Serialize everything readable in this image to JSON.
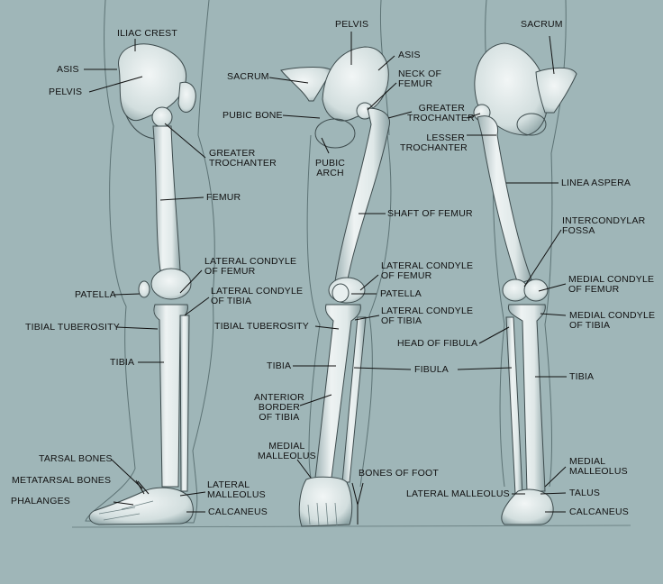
{
  "colors": {
    "background": "#9fb6b8",
    "bone": "#e4ecec",
    "bone_shadow": "#8fa6a8",
    "outline": "#3e4c4e",
    "leader": "#111111"
  },
  "labels": {
    "iliac_crest": "ILIAC CREST",
    "asis_left": "ASIS",
    "pelvis_left": "PELVIS",
    "greater_trochanter_left": [
      "GREATER",
      "TROCHANTER"
    ],
    "femur": "FEMUR",
    "lateral_condyle_femur_left": [
      "LATERAL CONDYLE",
      "OF FEMUR"
    ],
    "patella_left": "PATELLA",
    "lateral_condyle_tibia_left": [
      "LATERAL CONDYLE",
      "OF TIBIA"
    ],
    "tibial_tuberosity_left": "TIBIAL TUBEROSITY",
    "tibia_left": "TIBIA",
    "tarsal_bones": "TARSAL BONES",
    "metatarsal_bones": "METATARSAL BONES",
    "phalanges": "PHALANGES",
    "lateral_malleolus_left": [
      "LATERAL",
      "MALLEOLUS"
    ],
    "calcaneus_left": "CALCANEUS",
    "pelvis_center": "PELVIS",
    "sacrum_center": "SACRUM",
    "asis_center": "ASIS",
    "neck_of_femur": [
      "NECK OF",
      "FEMUR"
    ],
    "pubic_bone": "PUBIC BONE",
    "pubic_arch": [
      "PUBIC",
      "ARCH"
    ],
    "shaft_of_femur": "SHAFT OF FEMUR",
    "lateral_condyle_femur_center": [
      "LATERAL CONDYLE",
      "OF FEMUR"
    ],
    "patella_center": "PATELLA",
    "lateral_condyle_tibia_center": [
      "LATERAL CONDYLE",
      "OF TIBIA"
    ],
    "tibial_tuberosity_center": "TIBIAL TUBEROSITY",
    "tibia_center": "TIBIA",
    "fibula": "FIBULA",
    "anterior_border_of_tibia": [
      "ANTERIOR",
      "BORDER",
      "OF TIBIA"
    ],
    "medial_malleolus_center": [
      "MEDIAL",
      "MALLEOLUS"
    ],
    "bones_of_foot": "BONES OF FOOT",
    "sacrum_right": "SACRUM",
    "greater_trochanter_right": [
      "GREATER",
      "TROCHANTER"
    ],
    "lesser_trochanter": [
      "LESSER",
      "TROCHANTER"
    ],
    "linea_aspera": "LINEA ASPERA",
    "intercondylar_fossa": [
      "INTERCONDYLAR",
      "FOSSA"
    ],
    "medial_condyle_femur": [
      "MEDIAL CONDYLE",
      "OF FEMUR"
    ],
    "medial_condyle_tibia": [
      "MEDIAL CONDYLE",
      "OF TIBIA"
    ],
    "head_of_fibula": "HEAD OF FIBULA",
    "tibia_right": "TIBIA",
    "medial_malleolus_right": [
      "MEDIAL",
      "MALLEOLUS"
    ],
    "lateral_malleolus_right": "LATERAL MALLEOLUS",
    "talus": "TALUS",
    "calcaneus_right": "CALCANEUS"
  }
}
